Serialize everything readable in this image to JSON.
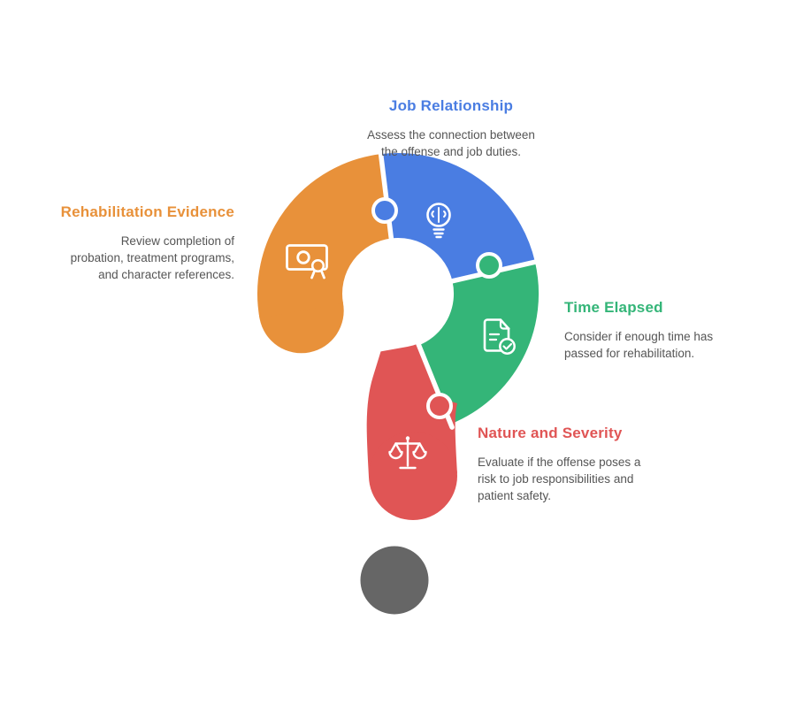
{
  "diagram": {
    "type": "puzzle-question-mark-infographic",
    "background": "#ffffff",
    "dot_color": "#666666",
    "body_text_color": "#555555",
    "sections": [
      {
        "id": "job-relationship",
        "title": "Job Relationship",
        "color": "#4a7de2",
        "icon": "brain-lightbulb-icon",
        "desc_lines": [
          "Assess the connection between",
          "the offense and job duties."
        ]
      },
      {
        "id": "rehabilitation-evidence",
        "title": "Rehabilitation Evidence",
        "color": "#e8913a",
        "icon": "certificate-icon",
        "desc_lines": [
          "Review completion of",
          "probation, treatment programs,",
          "and character references."
        ]
      },
      {
        "id": "time-elapsed",
        "title": "Time Elapsed",
        "color": "#34b578",
        "icon": "document-check-icon",
        "desc_lines": [
          "Consider if enough time has",
          "passed for rehabilitation."
        ]
      },
      {
        "id": "nature-and-severity",
        "title": "Nature and Severity",
        "color": "#e05555",
        "icon": "justice-scales-icon",
        "desc_lines": [
          "Evaluate if the offense poses a",
          "risk to job responsibilities and",
          "patient safety."
        ]
      }
    ]
  }
}
